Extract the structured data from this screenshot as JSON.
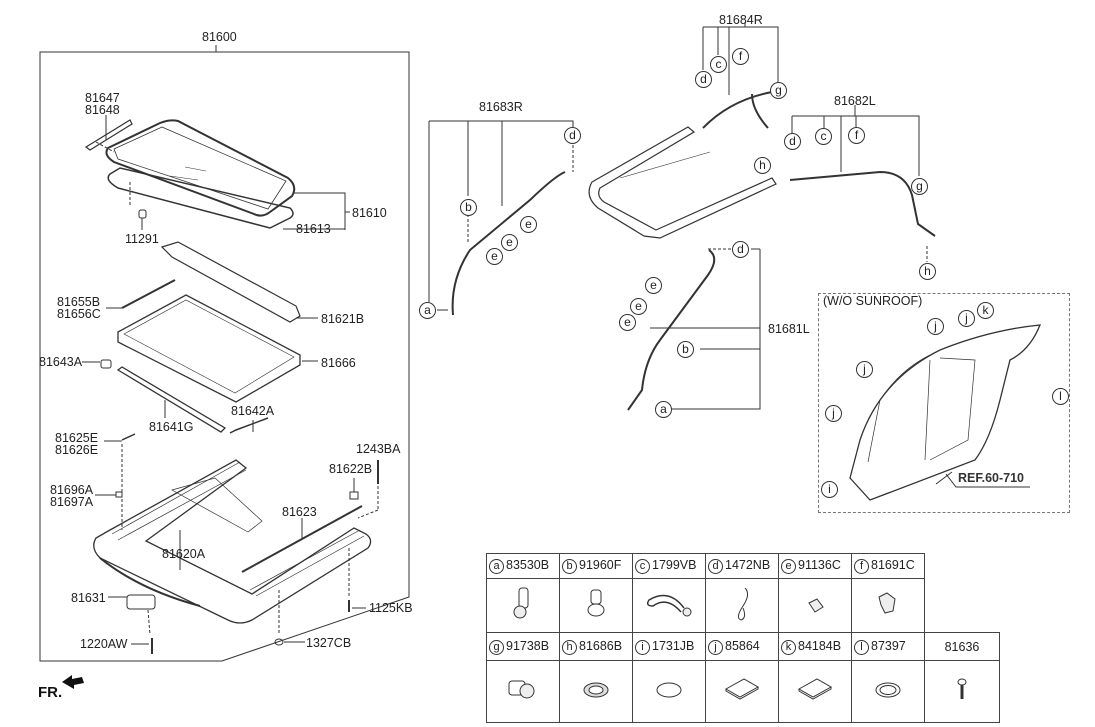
{
  "diagram": {
    "assembly_label": "81600",
    "front_indicator": "FR.",
    "sunroof_parts": {
      "p81647": "81647",
      "p81648": "81648",
      "p11291": "11291",
      "p81610": "81610",
      "p81613": "81613",
      "p81655B": "81655B",
      "p81656C": "81656C",
      "p81621B": "81621B",
      "p81643A": "81643A",
      "p81666": "81666",
      "p81642A": "81642A",
      "p81641G": "81641G",
      "p81625E": "81625E",
      "p81626E": "81626E",
      "p1243BA": "1243BA",
      "p81622B": "81622B",
      "p81696A": "81696A",
      "p81697A": "81697A",
      "p81623": "81623",
      "p81620A": "81620A",
      "p81631": "81631",
      "p1125KB": "1125KB",
      "p1220AW": "1220AW",
      "p1327CB": "1327CB"
    },
    "drain_hoses": {
      "h81683R": "81683R",
      "h81684R": "81684R",
      "h81682L": "81682L",
      "h81681L": "81681L"
    },
    "callouts": {
      "a": "a",
      "b": "b",
      "c": "c",
      "d": "d",
      "e": "e",
      "f": "f",
      "g": "g",
      "h": "h",
      "i": "i",
      "j": "j",
      "k": "k",
      "l": "l"
    },
    "inset": {
      "title": "(W/O SUNROOF)",
      "reference": "REF.60-710"
    }
  },
  "parts_table": {
    "row1": [
      {
        "key": "a",
        "part": "83530B",
        "icon": "elbow-connector-icon"
      },
      {
        "key": "b",
        "part": "91960F",
        "icon": "hose-clip-icon"
      },
      {
        "key": "c",
        "part": "1799VB",
        "icon": "cable-tie-icon"
      },
      {
        "key": "d",
        "part": "1472NB",
        "icon": "hose-clamp-icon"
      },
      {
        "key": "e",
        "part": "91136C",
        "icon": "retainer-clip-icon"
      },
      {
        "key": "f",
        "part": "81691C",
        "icon": "bracket-clip-icon"
      }
    ],
    "row2": [
      {
        "key": "g",
        "part": "91738B",
        "icon": "holder-clip-icon"
      },
      {
        "key": "h",
        "part": "81686B",
        "icon": "grommet-icon"
      },
      {
        "key": "i",
        "part": "1731JB",
        "icon": "plug-icon"
      },
      {
        "key": "j",
        "part": "85864",
        "icon": "pad-icon"
      },
      {
        "key": "k",
        "part": "84184B",
        "icon": "pad-icon"
      },
      {
        "key": "l",
        "part": "87397",
        "icon": "grommet-ring-icon"
      },
      {
        "key": "",
        "part": "81636",
        "icon": "screw-icon"
      }
    ]
  }
}
